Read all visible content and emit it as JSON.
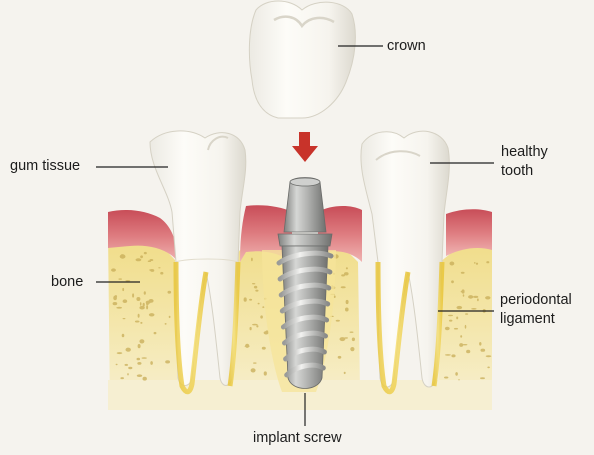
{
  "labels": {
    "crown": "crown",
    "gum_tissue": "gum tissue",
    "healthy_tooth": "healthy\ntooth",
    "bone": "bone",
    "periodontal_ligament": "periodontal\nligament",
    "implant_screw": "implant screw"
  },
  "colors": {
    "background": "#f5f3ee",
    "bone": "#f3e7a6",
    "bone_spot": "#c9b25a",
    "gum": "#d7686e",
    "gum_light": "#eea3a6",
    "tooth": "#fbfaf6",
    "tooth_shade": "#dedbd0",
    "ligament": "#f0d24c",
    "screw": "#a9aaa8",
    "arrow": "#c8332a",
    "leader": "#222222"
  }
}
